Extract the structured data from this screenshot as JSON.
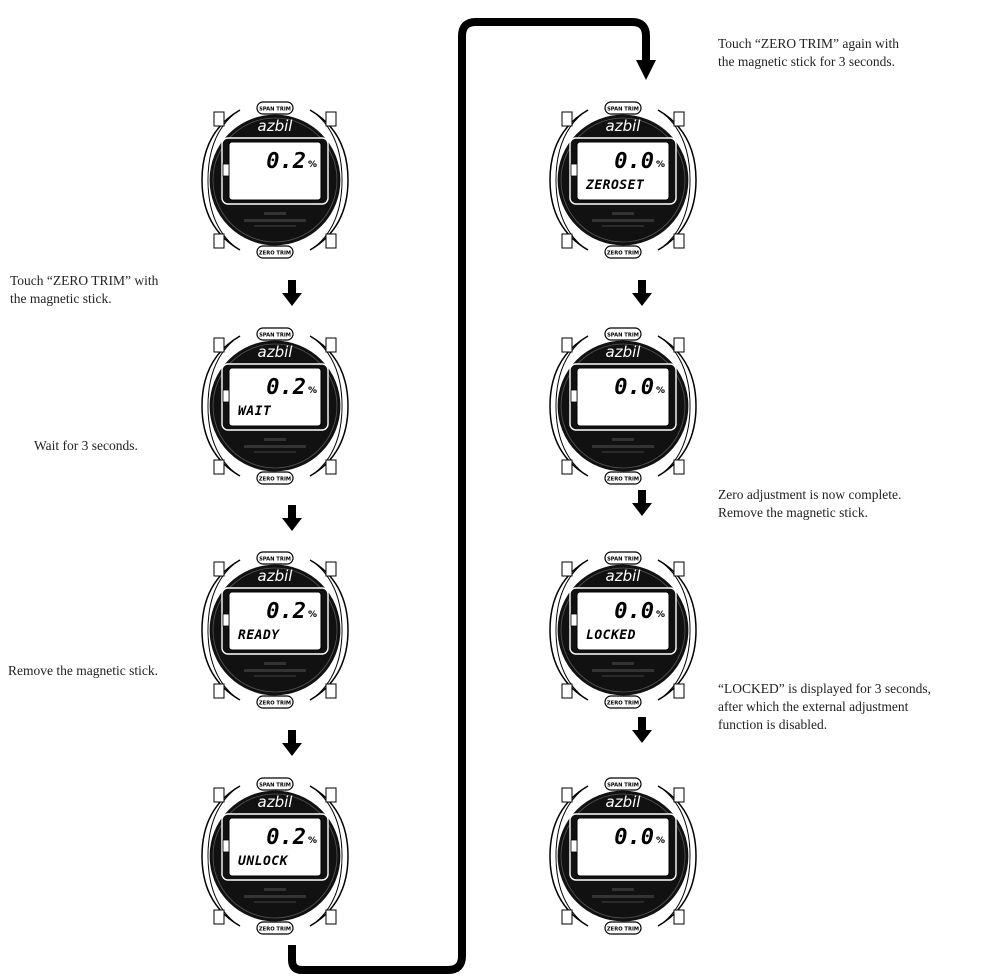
{
  "brand": "azbil",
  "button_top": "SPAN TRIM",
  "button_bottom": "ZERO TRIM",
  "captions": {
    "touch_zero": "Touch “ZERO TRIM” with\nthe magnetic stick.",
    "wait": "Wait for 3 seconds.",
    "remove1": "Remove the magnetic stick.",
    "touch_again": "Touch “ZERO TRIM” again with\nthe magnetic stick for 3 seconds.",
    "complete": "Zero adjustment is now complete.\nRemove the magnetic stick.",
    "locked": "“LOCKED” is displayed for 3 seconds,\nafter which the external adjustment\nfunction is disabled."
  },
  "steps": [
    {
      "value": "0.2",
      "unit": "%",
      "message": ""
    },
    {
      "value": "0.2",
      "unit": "%",
      "message": "WAIT"
    },
    {
      "value": "0.2",
      "unit": "%",
      "message": "READY"
    },
    {
      "value": "0.2",
      "unit": "%",
      "message": "UNLOCK"
    },
    {
      "value": "0.0",
      "unit": "%",
      "message": "ZEROSET"
    },
    {
      "value": "0.0",
      "unit": "%",
      "message": ""
    },
    {
      "value": "0.0",
      "unit": "%",
      "message": "LOCKED"
    },
    {
      "value": "0.0",
      "unit": "%",
      "message": ""
    }
  ]
}
